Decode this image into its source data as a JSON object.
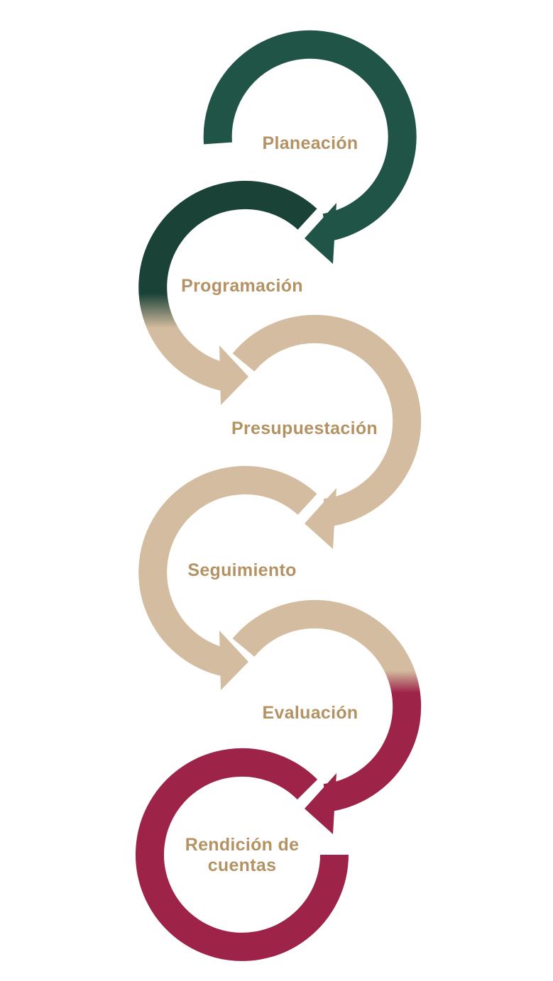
{
  "colors": {
    "green": "#1f5446",
    "green_dark": "#1a4237",
    "beige": "#d3bc9f",
    "crimson": "#9e2349",
    "label": "#b39263"
  },
  "stages": [
    {
      "label": "Planeación"
    },
    {
      "label": "Programación"
    },
    {
      "label": "Presupuestación"
    },
    {
      "label": "Seguimiento"
    },
    {
      "label": "Evaluación"
    },
    {
      "label_line1": "Rendición de",
      "label_line2": "cuentas"
    }
  ]
}
